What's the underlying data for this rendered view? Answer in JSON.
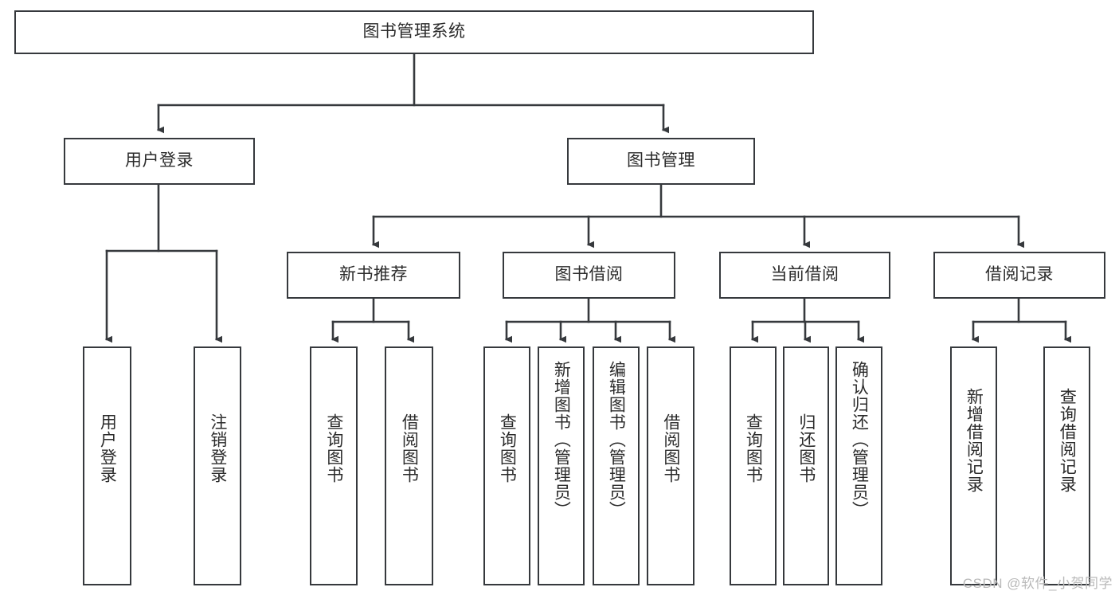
{
  "diagram": {
    "type": "tree-hierarchy-chart",
    "title": "图书管理系统",
    "line_color": "#36393d",
    "box_fill": "#ffffff",
    "text_color": "#2b2b2b",
    "watermark": "CSDN @软件_小贺同学",
    "nodes": {
      "root": {
        "label": "图书管理系统"
      },
      "level2": [
        {
          "label": "用户登录"
        },
        {
          "label": "图书管理"
        }
      ],
      "level3": [
        {
          "label": "新书推荐"
        },
        {
          "label": "图书借阅"
        },
        {
          "label": "当前借阅"
        },
        {
          "label": "借阅记录"
        }
      ],
      "leaves_user_login": [
        {
          "label": "用户登录"
        },
        {
          "label": "注销登录"
        }
      ],
      "leaves_new_book": [
        {
          "label": "查询图书"
        },
        {
          "label": "借阅图书"
        }
      ],
      "leaves_borrow_book": [
        {
          "label": "查询图书"
        },
        {
          "label": "新增图书（管理员）"
        },
        {
          "label": "编辑图书（管理员）"
        },
        {
          "label": "借阅图书"
        }
      ],
      "leaves_current_borrow": [
        {
          "label": "查询图书"
        },
        {
          "label": "归还图书"
        },
        {
          "label": "确认归还（管理员）"
        }
      ],
      "leaves_borrow_record": [
        {
          "label": "新增借阅记录"
        },
        {
          "label": "查询借阅记录"
        }
      ]
    }
  }
}
